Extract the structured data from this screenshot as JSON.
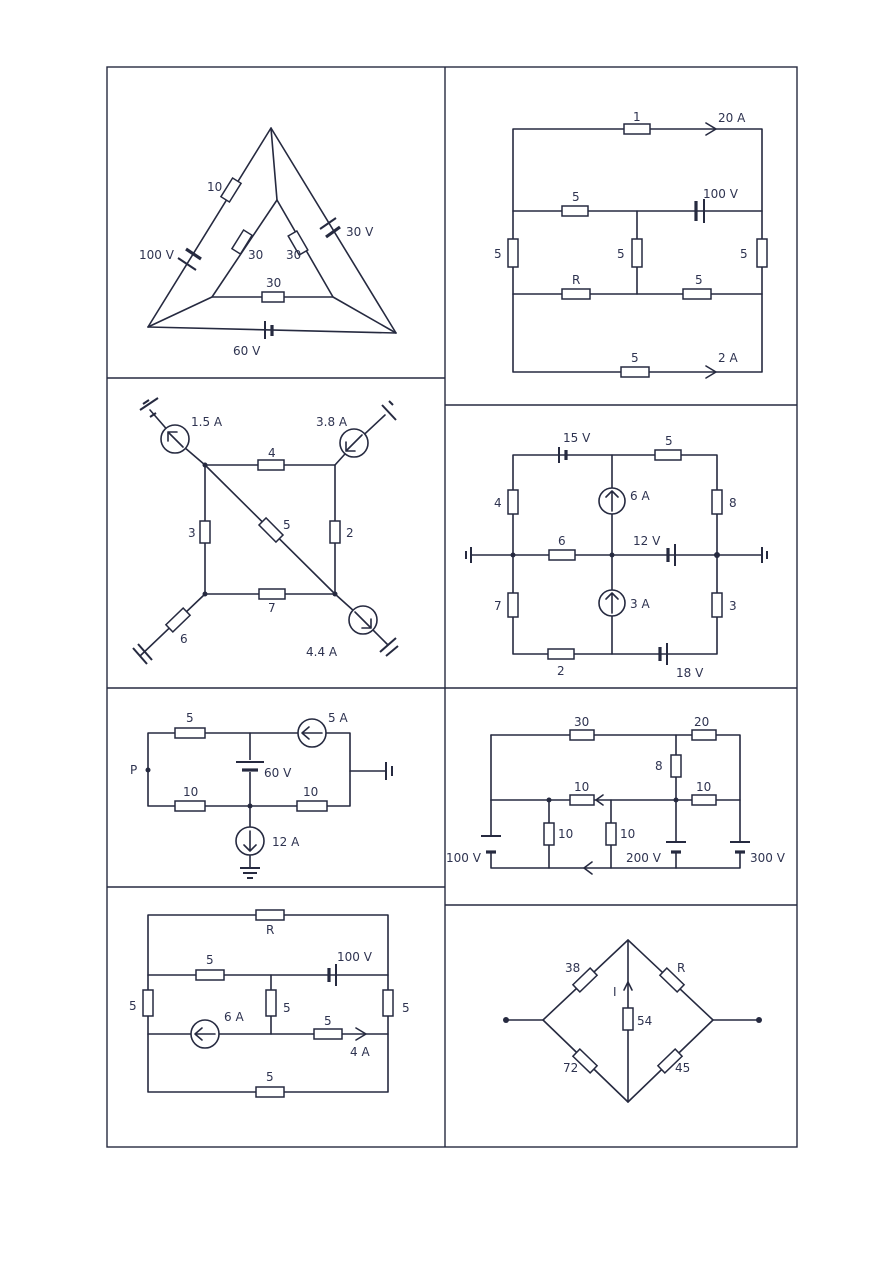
{
  "circuit_a": {
    "r_top": "10",
    "r_left": "30",
    "r_right": "30",
    "r_mid": "30",
    "v_left": "100 V",
    "v_right": "30 V",
    "v_bottom": "60 V"
  },
  "circuit_b": {
    "r_top": "1",
    "i_top": "20 A",
    "r_mid_left": "5",
    "v_mid": "100 V",
    "r_left": "5",
    "r_center": "5",
    "r_right": "5",
    "r_r": "R",
    "r_low_right": "5",
    "r_bottom": "5",
    "i_bottom": "2 A"
  },
  "circuit_c": {
    "i_tl": "1.5 A",
    "i_tr": "3.8 A",
    "i_br": "4.4 A",
    "r_top": "4",
    "r_left": "3",
    "r_diag": "5",
    "r_right": "2",
    "r_bottom": "7",
    "r_corner": "6"
  },
  "circuit_d": {
    "v_top": "15 V",
    "r_top": "5",
    "r_left_top": "4",
    "i_upper": "6 A",
    "r_right_top": "8",
    "r_mid": "6",
    "v_mid": "12 V",
    "r_left_bottom": "7",
    "i_lower": "3 A",
    "r_right_bottom": "3",
    "r_bottom": "2",
    "v_bottom": "18 V"
  },
  "circuit_e": {
    "r_top": "5",
    "i_top": "5 A",
    "node": "P",
    "v_mid": "60 V",
    "r_bottom_left": "10",
    "r_bottom_right": "10",
    "i_bottom": "12 A"
  },
  "circuit_f": {
    "r_top_left": "30",
    "r_top_right": "20",
    "r_vert": "8",
    "r_mid_left": "10",
    "r_mid_right": "10",
    "r_low1": "10",
    "r_low2": "10",
    "v_left": "100 V",
    "v_mid": "200 V",
    "v_right": "300 V"
  },
  "circuit_g": {
    "r_top": "R",
    "r_mid": "5",
    "v_mid": "100 V",
    "r_left": "5",
    "r_center": "5",
    "r_right": "5",
    "i_src": "6 A",
    "r_low": "5",
    "i_low": "4 A",
    "r_bottom": "5"
  },
  "circuit_h": {
    "r_tl": "38",
    "r_tr": "R",
    "i_label": "I",
    "r_center": "54",
    "r_bl": "72",
    "r_br": "45"
  }
}
